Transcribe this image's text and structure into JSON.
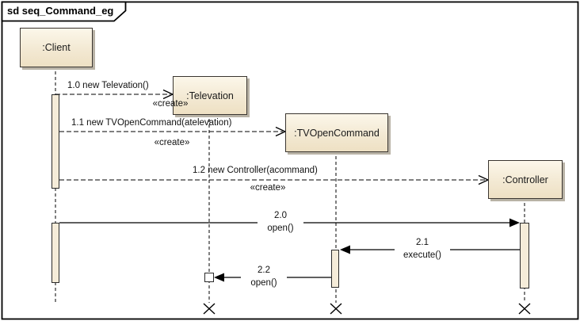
{
  "frame": {
    "title": "sd seq_Command_eg"
  },
  "diagram_type": "uml-sequence-diagram",
  "objects": [
    {
      "name": ":Client"
    },
    {
      "name": ":Televation"
    },
    {
      "name": ":TVOpenCommand"
    },
    {
      "name": ":Controller"
    }
  ],
  "messages": {
    "m10": {
      "label": "1.0 new Televation()",
      "stereotype": "«create»",
      "from": ":Client",
      "to": ":Televation",
      "style": "dashed-open-arrow"
    },
    "m11": {
      "label": "1.1 new TVOpenCommand(atelevation)",
      "stereotype": "«create»",
      "from": ":Client",
      "to": ":TVOpenCommand",
      "style": "dashed-open-arrow"
    },
    "m12": {
      "label": "1.2 new Controller(acommand)",
      "stereotype": "«create»",
      "from": ":Client",
      "to": ":Controller",
      "style": "dashed-open-arrow"
    },
    "m20": {
      "num": "2.0",
      "name": "open()",
      "from": ":Client",
      "to": ":Controller",
      "style": "solid-filled-arrow"
    },
    "m21": {
      "num": "2.1",
      "name": "execute()",
      "from": ":Controller",
      "to": ":TVOpenCommand",
      "style": "solid-filled-arrow"
    },
    "m22": {
      "num": "2.2",
      "name": "open()",
      "from": ":TVOpenCommand",
      "to": ":Televation",
      "style": "solid-filled-arrow"
    }
  },
  "colors": {
    "background": "#FFFFFF",
    "box_fill_top": "#FCF7EA",
    "box_fill_bottom": "#EEE0C3",
    "activation_fill": "#F5ECD9",
    "line": "#000000",
    "shadow": "#B9B3A6"
  }
}
